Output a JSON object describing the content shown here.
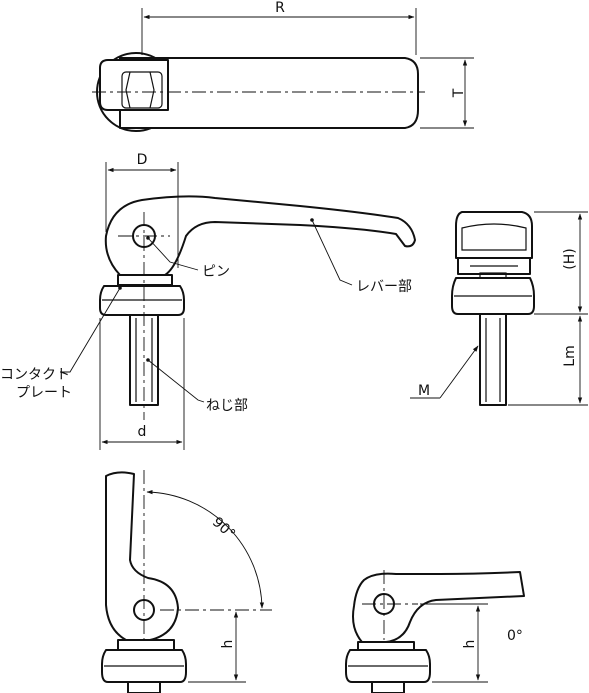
{
  "dimensions": {
    "r": "R",
    "t": "T",
    "d_upper": "D",
    "d_lower": "d",
    "h_paren": "(H)",
    "lm": "Lm",
    "m": "M",
    "h_left": "h",
    "h_right": "h",
    "angle_90": "90°",
    "angle_0": "0°"
  },
  "labels": {
    "pin": "ピン",
    "lever": "レバー部",
    "contact_plate_line1": "コンタクト",
    "contact_plate_line2": "プレート",
    "thread": "ねじ部"
  }
}
